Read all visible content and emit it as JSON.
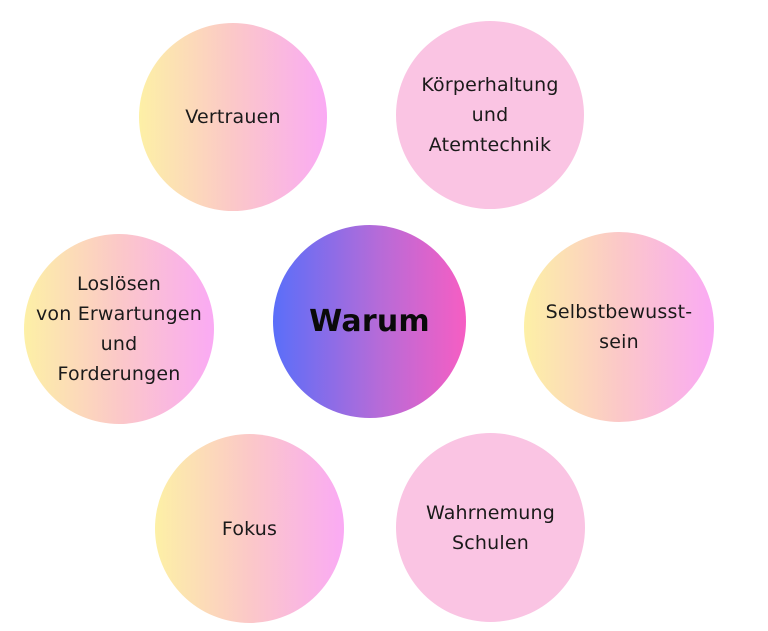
{
  "center": {
    "label": "Warum"
  },
  "nodes": {
    "vertrauen": {
      "lines": [
        "Vertrauen"
      ]
    },
    "koerperhaltung": {
      "lines": [
        "Körperhaltung",
        "und",
        "Atemtechnik"
      ]
    },
    "losloesen": {
      "lines": [
        "Loslösen",
        "von Erwartungen",
        "und",
        "Forderungen"
      ]
    },
    "selbstbewusstsein": {
      "lines": [
        "Selbstbewusst-",
        "sein"
      ]
    },
    "fokus": {
      "lines": [
        "Fokus"
      ]
    },
    "wahrnemung": {
      "lines": [
        "Wahrnemung",
        "Schulen"
      ]
    }
  },
  "colors": {
    "gradient_start": "#fdf0a6",
    "gradient_mid": "#fbc8c8",
    "gradient_end": "#faaaf4",
    "solid_pink": "#fac4e3",
    "center_start": "#5a6ef9",
    "center_mid": "#b66bd8",
    "center_end": "#f65ec3"
  }
}
